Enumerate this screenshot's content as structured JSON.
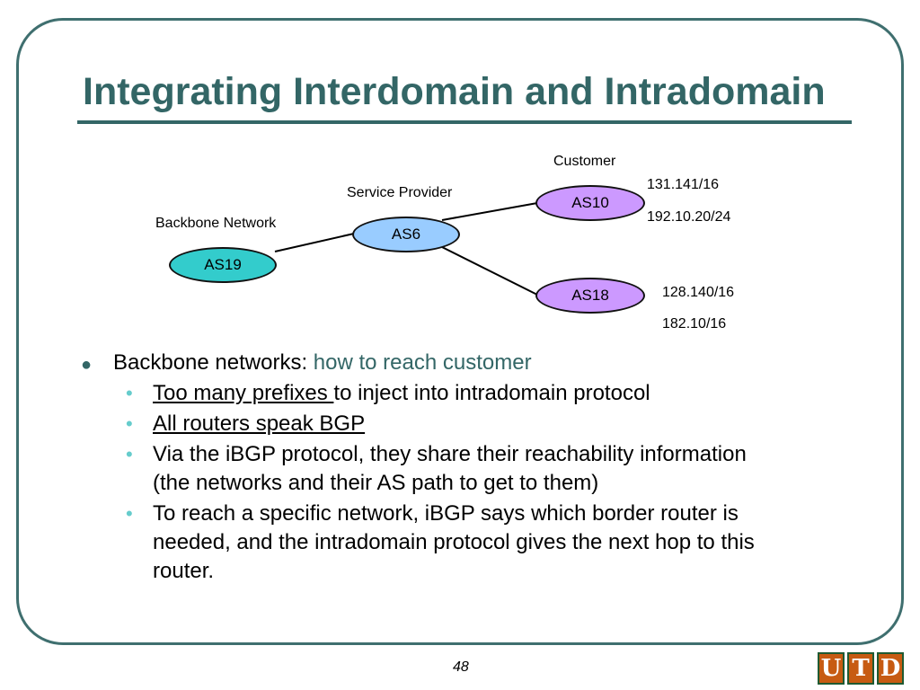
{
  "slide": {
    "title": "Integrating Interdomain and Intradomain",
    "page_number": "48"
  },
  "diagram": {
    "labels": {
      "customer": "Customer",
      "service_provider": "Service Provider",
      "backbone_network": "Backbone Network"
    },
    "nodes": {
      "as19": "AS19",
      "as6": "AS6",
      "as10": "AS10",
      "as18": "AS18"
    },
    "prefixes": {
      "as10_1": "131.141/16",
      "as10_2": "192.10.20/24",
      "as18_1": "128.140/16",
      "as18_2": "182.10/16"
    },
    "colors": {
      "as19_fill": "#33cccc",
      "as6_fill": "#99ccff",
      "customer_fill": "#cc99ff"
    }
  },
  "bullets": {
    "main_prefix": "Backbone networks: ",
    "main_accent": "how to reach customer",
    "sub": [
      {
        "underlined": "Too many prefixes ",
        "rest": "to inject into intradomain protocol"
      },
      {
        "underlined": "All routers speak BGP",
        "rest": ""
      },
      {
        "underlined": "",
        "rest": "Via the iBGP protocol, they share their reachability information (the networks and their AS path to get to them)"
      },
      {
        "underlined": "",
        "rest": "To reach a specific network, iBGP says which border router is needed, and the intradomain protocol gives the next hop to this router."
      }
    ]
  },
  "logo": {
    "letters": [
      "U",
      "T",
      "D"
    ],
    "colors": [
      "#c75b12",
      "#c75b12",
      "#c75b12"
    ]
  }
}
